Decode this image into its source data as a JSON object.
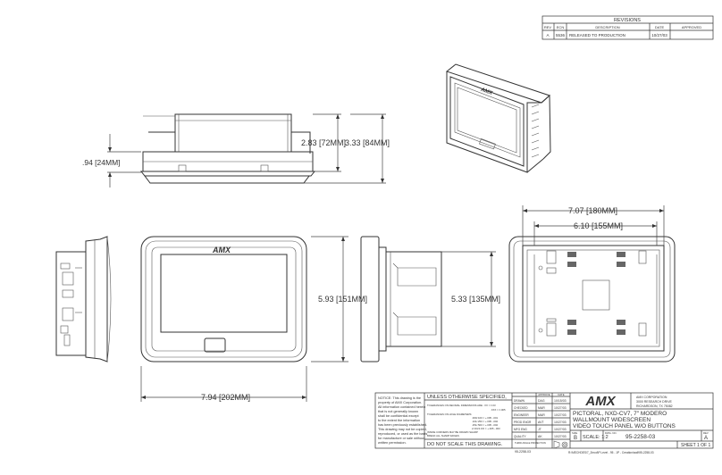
{
  "revisions": {
    "title": "REVISIONS",
    "headers": [
      "REV",
      "ECN",
      "DESCRIPTION",
      "DATE",
      "APPROVED"
    ],
    "row": [
      "A",
      "5536",
      "RELEASED TO PRODUCTION",
      "10/27/03",
      ""
    ]
  },
  "dimensions": {
    "side_depth": ".94 [24MM]",
    "side_height_1": "2.83 [72MM]",
    "side_height_2": "3.33 [84MM]",
    "front_height": "5.93 [151MM]",
    "front_width": "7.94 [202MM]",
    "box_height": "5.33 [135MM]",
    "back_width_1": "7.07 [180MM]",
    "back_width_2": "6.10 [155MM]"
  },
  "logo": "AMX",
  "notice": {
    "text_lines": [
      "NOTICE: This drawing is the",
      "property of AMX Corporation.",
      "All information contained herein",
      "that is not generally known",
      "shall be confidential except",
      "to the extent the information",
      "has been previously established.",
      "This drawing may not be copied,",
      "reproduced, or used as the basis",
      "for manufacture or sale without",
      "written permission."
    ]
  },
  "spec": {
    "header": "UNLESS OTHERWISE SPECIFIED,",
    "line1": "TOLERANCES ON DECIMAL DIMENSIONS ARE:   .XX = ±.03",
    "line1b": ".XXX = ±.005",
    "line2": "TOLERANCES ON HOLE DIAMETERS:",
    "line3": ".000/.100 = +.005 -.001",
    "line4": ".101/.250 = +.005 -.002",
    "line5": ".251/.500 = +.005 -.002",
    "line6": "2.OO/4.OO = +.005 -.003",
    "line7": "INSIDE CORNERS MAY BE DRAWN SHARP",
    "line8": "BREAK ALL SHARP EDGES",
    "no_scale": "DO NOT SCALE THIS DRAWING."
  },
  "approvals": {
    "headers": [
      "",
      "APPROVE",
      "DATE"
    ],
    "rows": [
      [
        "DRAWN",
        "DAG",
        "10/15/03"
      ],
      [
        "CHECKED",
        "MAR",
        "10/27/03"
      ],
      [
        "ENGINEER",
        "MAR",
        "10/27/03"
      ],
      [
        "PROD ENGR",
        "AVT",
        "10/27/03"
      ],
      [
        "MFG ENG",
        "JT",
        "10/27/03"
      ],
      [
        "QUALITY",
        "AK",
        "10/27/03"
      ]
    ],
    "projection": "THIRD ANGLE PROJECTION"
  },
  "company": {
    "name": "AMX CORPORATION",
    "address1": "3000 RESEARCH DRIVE",
    "address2": "RICHARDSON, TX 75082"
  },
  "title_block": {
    "title_line1": "PICTORAL, NXD-CV7, 7\" MODERO",
    "title_line2": "WALLMOUNT WIDESCREEN",
    "title_line3": "VIDEO TOUCH PANEL W/O BUTTONS",
    "size_label": "SIZE",
    "size": "B",
    "scale": "SCALE: 1:2",
    "dwg_label": "DWG. NO.",
    "dwg_no": "95-2258-03",
    "rev_label": "REV",
    "rev": "A",
    "sheet": "SHEET 1 OF 1",
    "part_no": "95-2258-03"
  },
  "file_path": "R:\\MECHDES\\7_Zmod\\P Level - 95 - 1P - Creation\\wall\\95-2258-03"
}
